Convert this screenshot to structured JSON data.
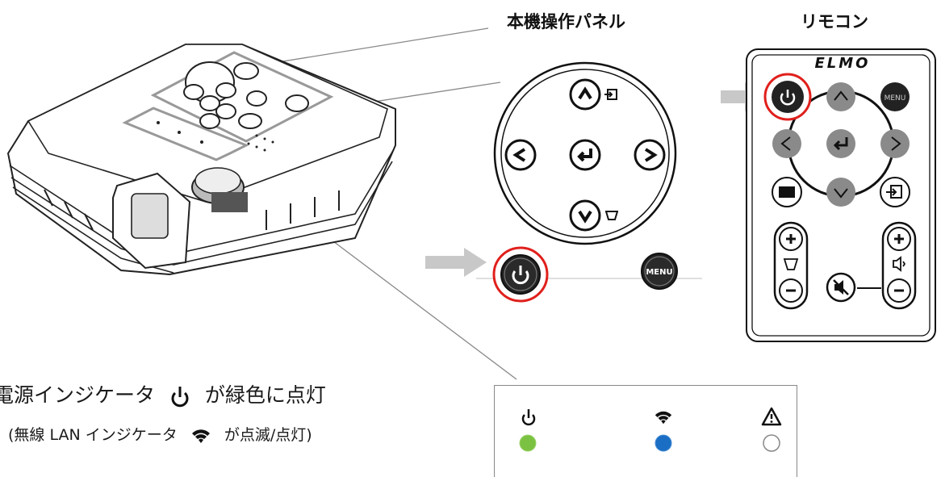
{
  "headings": {
    "panel": "本機操作パネル",
    "remote": "リモコン"
  },
  "remote": {
    "brand": "ELMO",
    "menu_label": "MENU"
  },
  "panel": {
    "menu_label": "MENU"
  },
  "caption": {
    "main_before": "電源インジケータ",
    "main_after": "が緑色に点灯",
    "sub_before": "(無線 LAN インジケータ",
    "sub_after": "が点滅/点灯)"
  },
  "indicators": [
    {
      "icon": "power-icon",
      "led_color": "#7cc242"
    },
    {
      "icon": "wifi-icon",
      "led_color": "#1a6fc4"
    },
    {
      "icon": "warning-icon",
      "led_color": "#ffffff"
    }
  ],
  "colors": {
    "highlight_ring": "#e0201c",
    "arrow": "#c8c8c8",
    "remote_button_gray": "#8a8a8a",
    "dark_button": "#222222"
  }
}
